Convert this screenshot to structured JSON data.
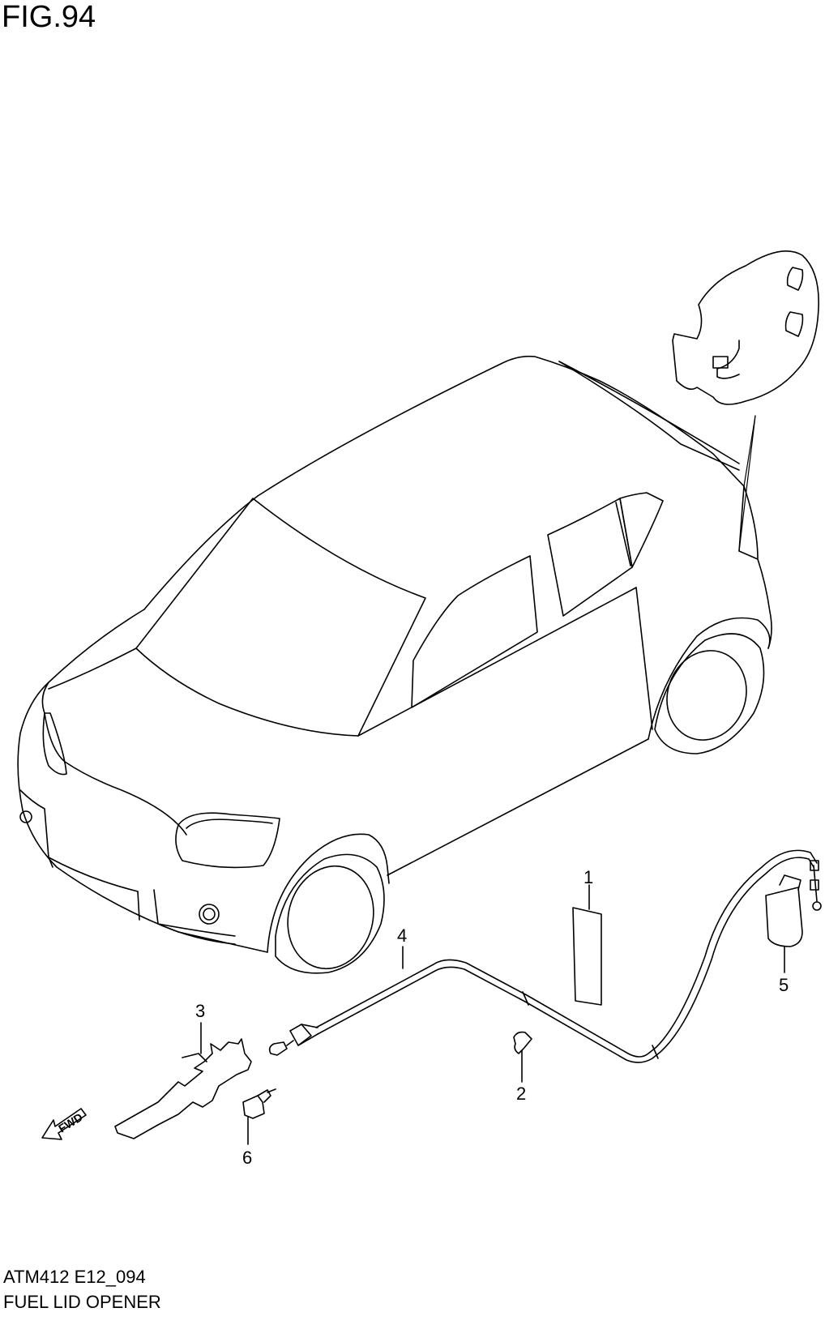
{
  "figure": {
    "title": "FIG.94",
    "code": "ATM412 E12_094",
    "name": "FUEL LID OPENER"
  },
  "callouts": [
    {
      "id": "part-1",
      "number": "1"
    },
    {
      "id": "part-2",
      "number": "2"
    },
    {
      "id": "part-3",
      "number": "3"
    },
    {
      "id": "part-4",
      "number": "4"
    },
    {
      "id": "part-5",
      "number": "5"
    },
    {
      "id": "part-6",
      "number": "6"
    }
  ],
  "fwd_arrow": {
    "label": "FWD"
  },
  "colors": {
    "line": "#000000",
    "background": "#ffffff"
  }
}
